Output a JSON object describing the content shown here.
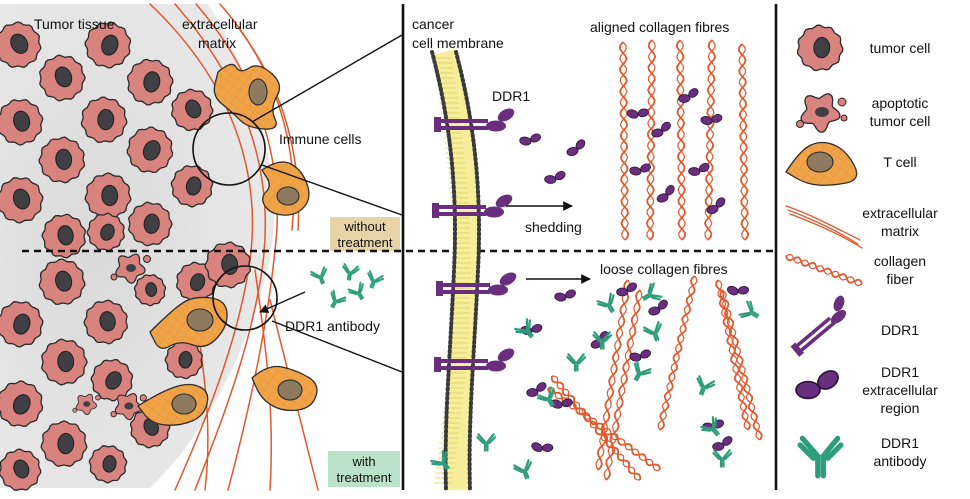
{
  "panels": {
    "tissue": {
      "title": "Tumor tissue",
      "ecm_label": [
        "extracellular",
        "matrix"
      ],
      "immune_label": "Immune cells",
      "antibody_label": "DDR1 antibody",
      "without_badge": [
        "without",
        "treatment"
      ],
      "with_badge": [
        "with",
        "treatment"
      ]
    },
    "membrane": {
      "title": [
        "cancer",
        "cell membrane"
      ],
      "ddr1_label": "DDR1",
      "aligned_label": "aligned collagen fibres",
      "shedding_label": "shedding",
      "loose_label": "loose collagen fibres"
    },
    "legend": {
      "items": [
        {
          "id": "tumor-cell",
          "lines": [
            "tumor cell"
          ]
        },
        {
          "id": "apoptotic-tumor-cell",
          "lines": [
            "apoptotic",
            "tumor cell"
          ]
        },
        {
          "id": "t-cell",
          "lines": [
            "T cell"
          ]
        },
        {
          "id": "extracellular-matrix",
          "lines": [
            "extracellular",
            "matrix"
          ]
        },
        {
          "id": "collagen-fiber",
          "lines": [
            "collagen",
            "fiber"
          ]
        },
        {
          "id": "ddr1",
          "lines": [
            "DDR1"
          ]
        },
        {
          "id": "ddr1-extracellular-region",
          "lines": [
            "DDR1",
            "extracellular",
            "region"
          ]
        },
        {
          "id": "ddr1-antibody",
          "lines": [
            "DDR1",
            "antibody"
          ]
        }
      ]
    }
  },
  "colors": {
    "tumor_cell": "#d9837f",
    "tumor_nucleus": "#3f3f44",
    "t_cell": "#f0a448",
    "t_cell_nucleus": "#8e7a5e",
    "ecm": "#e0582c",
    "collagen": "#e0582c",
    "ddr1": "#6a2e7e",
    "antibody": "#2e9e7a",
    "membrane": "#f6ee9a",
    "badge_without": "#e6d3a6",
    "badge_with": "#b9e2c8",
    "tissue_bg": "#e2e2e2"
  },
  "icons": [
    "tumor-cell-icon",
    "apoptotic-cell-icon",
    "t-cell-icon",
    "ecm-fiber-icon",
    "collagen-fiber-icon",
    "ddr1-receptor-icon",
    "ddr1-ecd-icon",
    "antibody-icon"
  ]
}
